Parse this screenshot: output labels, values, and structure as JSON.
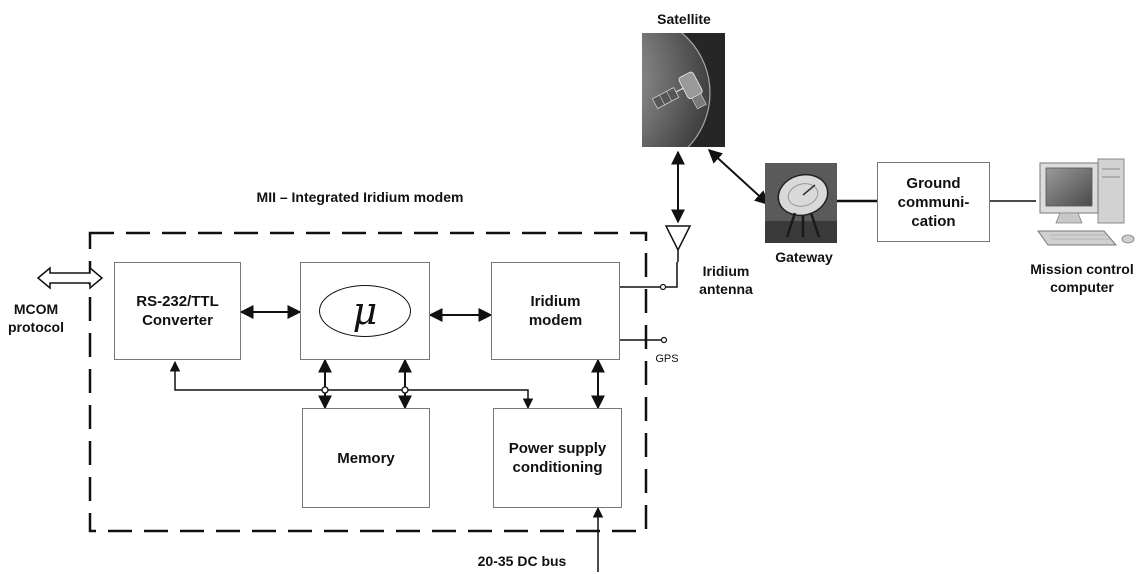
{
  "diagram": {
    "module_title": "MII – Integrated Iridium modem",
    "blocks": {
      "converter": "RS-232/TTL\nConverter",
      "micro": "μ",
      "iridium_modem": "Iridium\nmodem",
      "memory": "Memory",
      "power_supply": "Power supply\nconditioning",
      "ground_comm": "Ground\ncommuni-\ncation"
    },
    "labels": {
      "mcom": "MCOM\nprotocol",
      "antenna": "Iridium\nantenna",
      "gps": "GPS",
      "dc_bus": "20-35 DC bus",
      "satellite": "Satellite",
      "gateway": "Gateway",
      "mission_control": "Mission control\ncomputer"
    },
    "icons": {
      "satellite": "satellite-icon",
      "gateway": "satellite-dish-icon",
      "computer": "desktop-computer-icon",
      "antenna": "antenna-icon",
      "protocol_arrow": "double-arrow-icon"
    }
  }
}
